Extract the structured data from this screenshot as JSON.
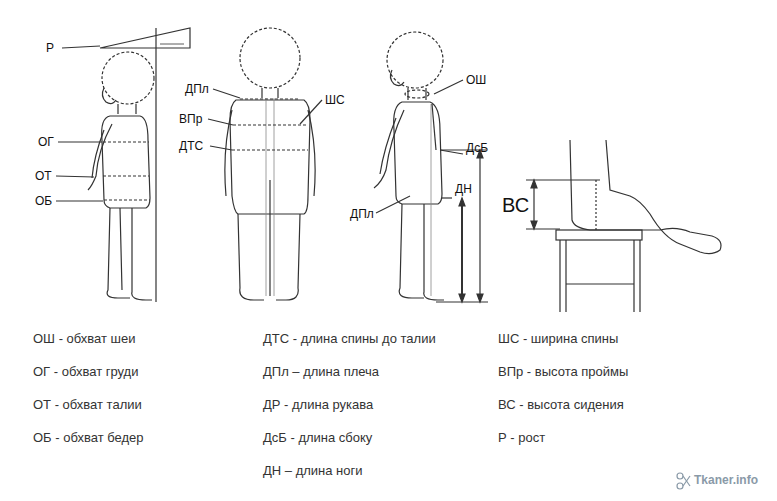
{
  "diagram": {
    "labels": [
      "Р",
      "ОГ",
      "ОТ",
      "ОБ",
      "ДПл",
      "ВПр",
      "ДТС",
      "ШС",
      "ОШ",
      "ДсБ",
      "ДН",
      "ДПл",
      "ВС",
      "ОШ - обхват шеи",
      "ОГ - обхват груди",
      "ОТ - обхват талии",
      "ОБ - обхват бедер",
      "ДТС - длина спины до талии",
      "ДПл – длина плеча",
      "ДР - длина рукава",
      "ДсБ - длина сбоку",
      "ДН – длина ноги",
      "ШС - ширина спины",
      "ВПр - высота проймы",
      "ВС - высота сидения",
      "Р - рост",
      "Tkaner.info"
    ]
  }
}
